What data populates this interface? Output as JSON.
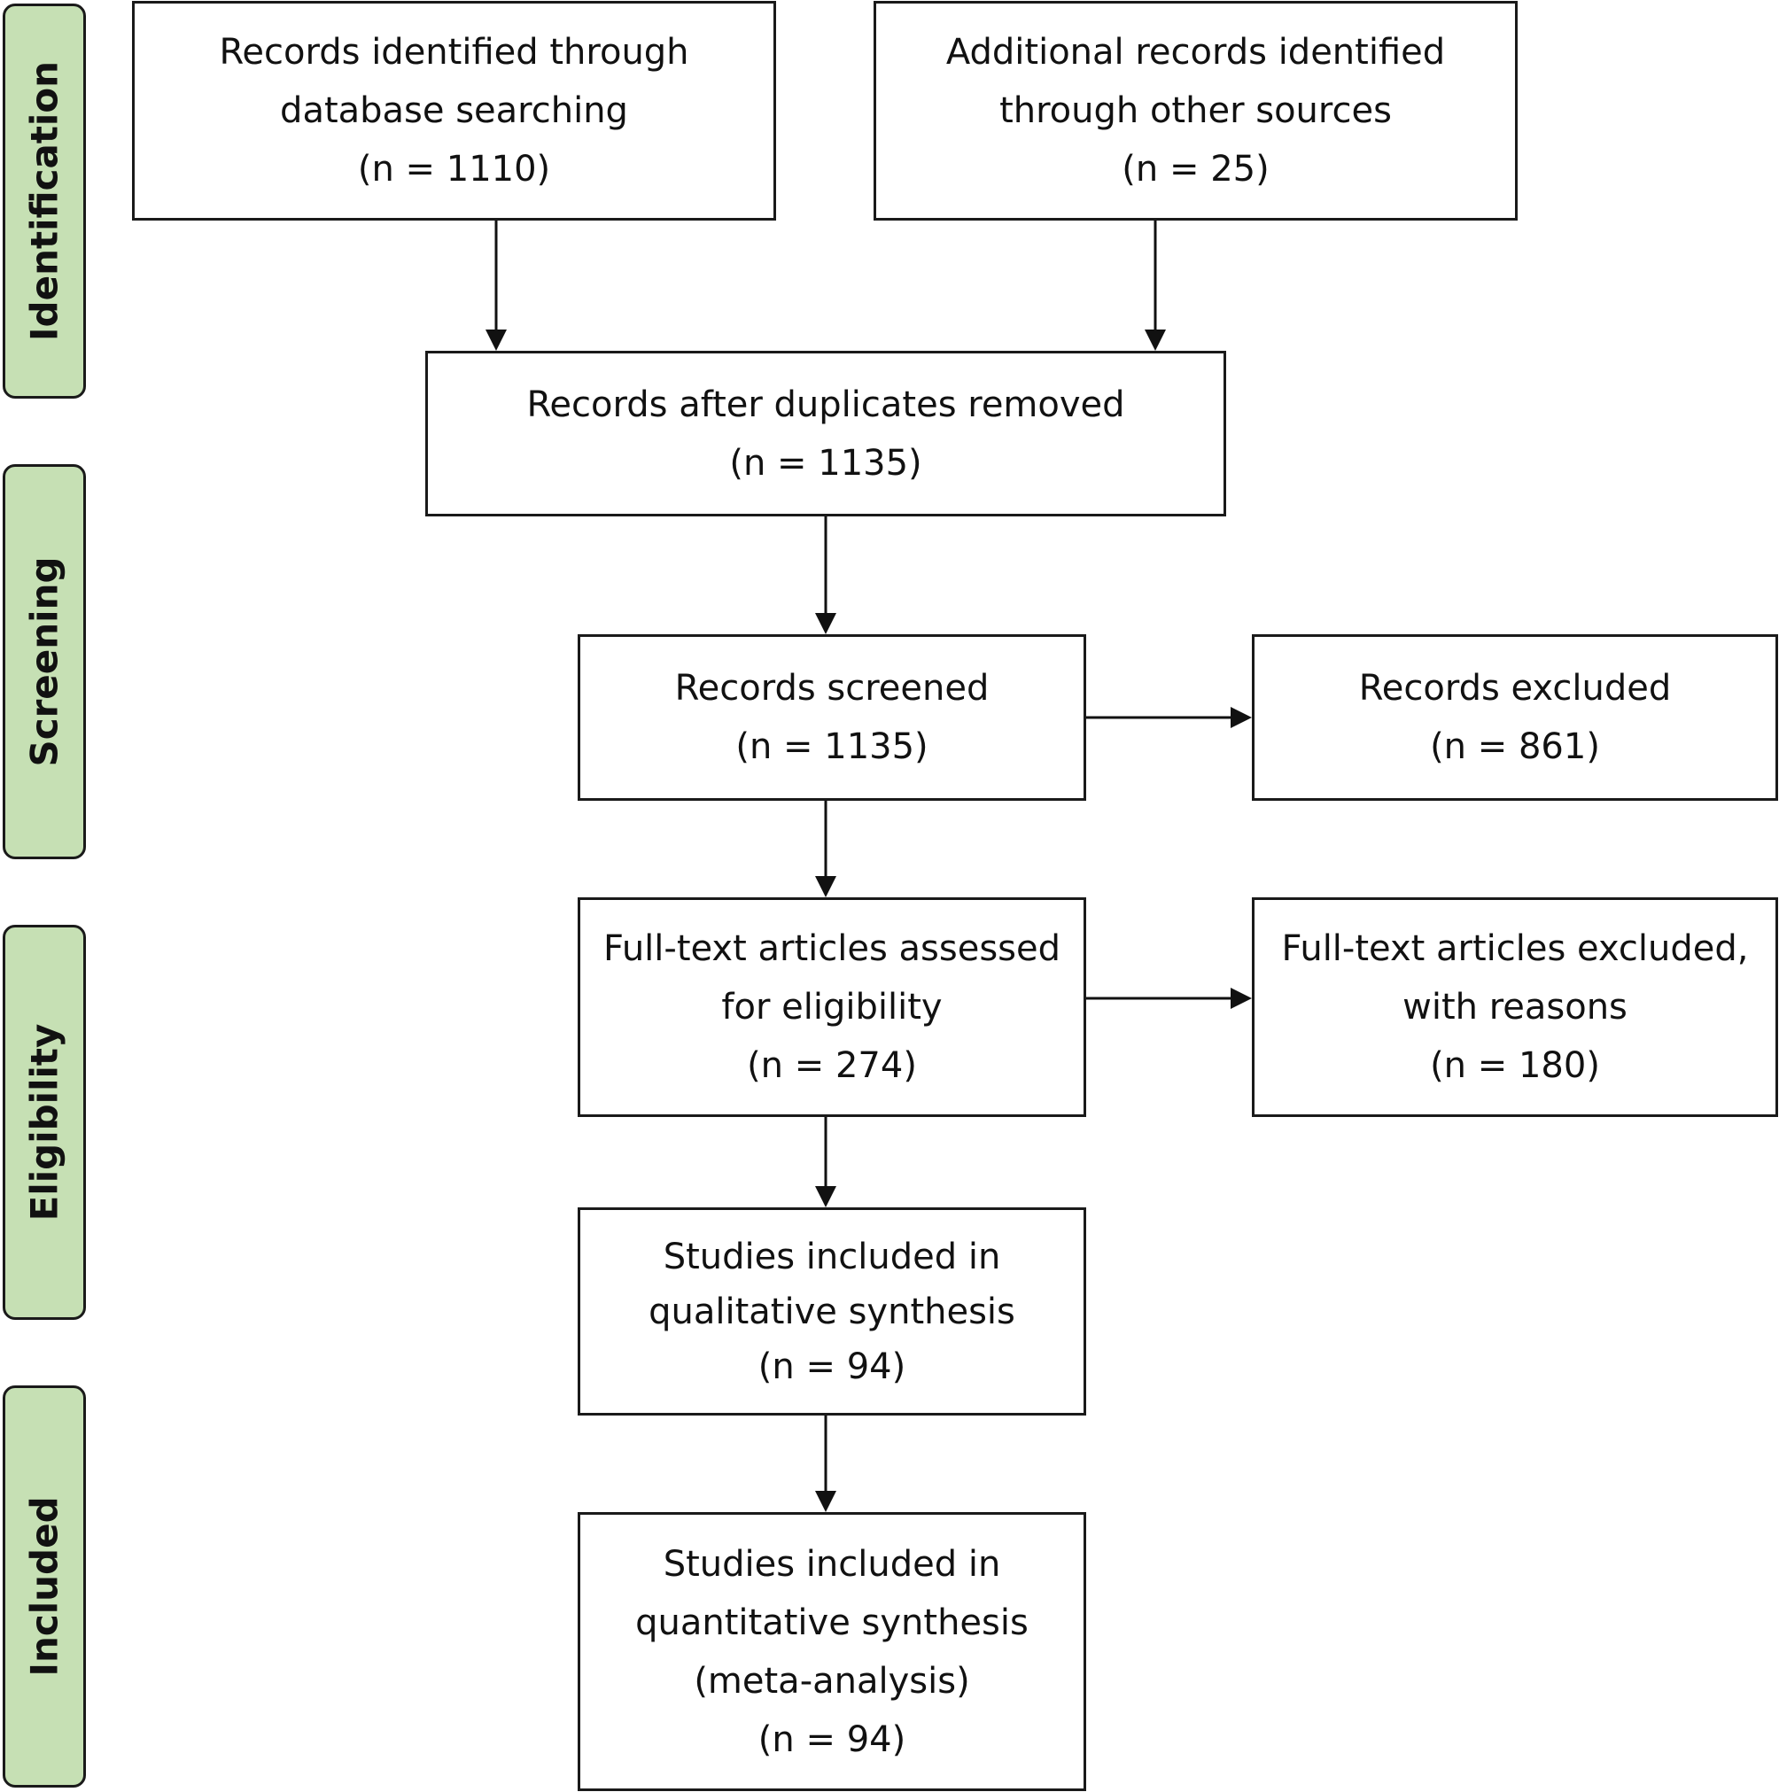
{
  "phases": {
    "identification": "Identification",
    "screening": "Screening",
    "eligibility": "Eligibility",
    "included": "Included"
  },
  "boxes": {
    "database_records": [
      "Records identified through",
      "database searching",
      "(n = 1110)"
    ],
    "other_records": [
      "Additional records identified",
      "through other sources",
      "(n = 25)"
    ],
    "after_duplicates": [
      "Records after duplicates removed",
      "(n = 1135)"
    ],
    "screened": [
      "Records screened",
      "(n = 1135)"
    ],
    "excluded": [
      "Records excluded",
      "(n = 861)"
    ],
    "fulltext_assessed": [
      "Full-text articles assessed",
      "for eligibility",
      "(n = 274)"
    ],
    "fulltext_excluded": [
      "Full-text articles excluded,",
      "with reasons",
      "(n = 180)"
    ],
    "qualitative": [
      "Studies included in",
      "qualitative synthesis",
      "(n = 94)"
    ],
    "quantitative": [
      "Studies included in",
      "quantitative synthesis",
      "(meta-analysis)",
      "(n = 94)"
    ]
  }
}
